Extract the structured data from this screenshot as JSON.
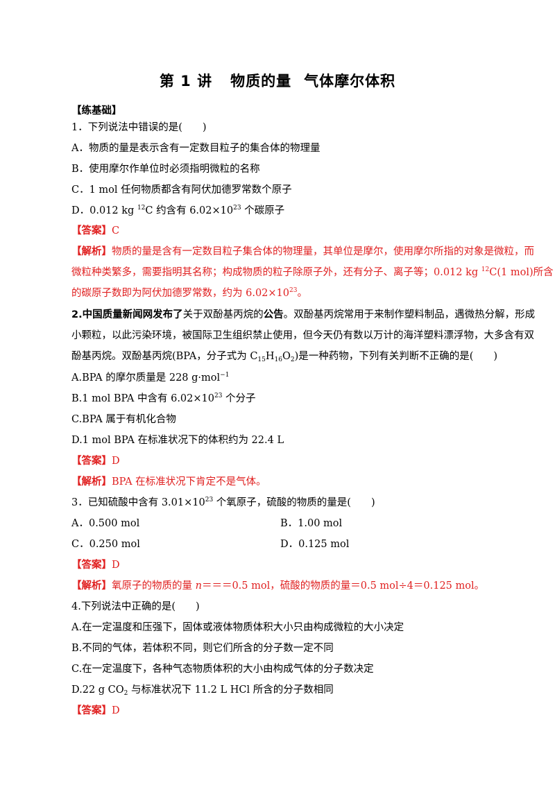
{
  "title": {
    "part1": "第 1 讲",
    "part2": "物质的量",
    "part3": "气体摩尔体积"
  },
  "section": "【练基础】",
  "q1": {
    "stem": "1．下列说法中错误的是(　　)",
    "a": "A．物质的量是表示含有一定数目粒子的集合体的物理量",
    "b": "B．使用摩尔作单位时必须指明微粒的名称",
    "c": "C．1 mol  任何物质都含有阿伏加德罗常数个原子",
    "d_pre": "D．0.012 kg  ",
    "d_sup1": "12",
    "d_mid": "C 约含有 6.02×10",
    "d_sup2": "23",
    "d_post": " 个碳原子",
    "answer_label": "【答案】",
    "answer": "C",
    "exp_label": "【解析】",
    "exp1": "物质的量是含有一定数目粒子集合体的物理量，其单位是摩尔，使用摩尔所指的对象是微粒，而",
    "exp2_pre": "微粒种类繁多，需要指明其名称；构成物质的粒子除原子外，还有分子、离子等；0.012 kg  ",
    "exp2_sup": "12",
    "exp2_post": "C(1 mol)所含",
    "exp3_pre": "的碳原子数即为阿伏加德罗常数，约为 6.02×10",
    "exp3_sup": "23",
    "exp3_post": "。"
  },
  "q2": {
    "stem1_bold": "2.中国质量新闻网发布了",
    "stem1_mid": "关于双酚基丙烷的",
    "stem1_bold2": "公告",
    "stem1_post": "。双酚基丙烷常用于来制作塑料制品，遇微热分解，形成",
    "stem2": "小颗粒，以此污染环境，被国际卫生组织禁止使用，但今天仍有数以万计的海洋塑料漂浮物，大多含有双",
    "stem3_pre": "酚基丙烷。双酚基丙烷(BPA，分子式为 C",
    "stem3_s1": "15",
    "stem3_h": "H",
    "stem3_s2": "16",
    "stem3_o": "O",
    "stem3_s3": "2",
    "stem3_post": ")是一种药物，下列有关判断不正确的是(　　)",
    "a_pre": "A.BPA 的摩尔质量是 228 g·mol",
    "a_sup": "−1",
    "b_pre": "B.1 mol BPA 中含有 6.02×10",
    "b_sup": "23",
    "b_post": " 个分子",
    "c": "C.BPA 属于有机化合物",
    "d": "D.1 mol BPA 在标准状况下的体积约为 22.4 L",
    "answer_label": "【答案】",
    "answer": "D",
    "exp_label": "【解析】",
    "exp": "BPA 在标准状况下肯定不是气体。"
  },
  "q3": {
    "stem_pre": "3．已知硫酸中含有 3.01×10",
    "stem_sup": "23",
    "stem_post": " 个氧原子，硫酸的物质的量是(　　)",
    "a": "A．0.500 mol",
    "b": "B．1.00 mol",
    "c": "C．0.250 mol",
    "d": "D．0.125 mol",
    "answer_label": "【答案】",
    "answer": "D",
    "exp_label": "【解析】",
    "exp_pre": "氧原子的物质的量 ",
    "exp_n": "n",
    "exp_post": "＝＝＝0.5 mol，硫酸的物质的量＝0.5 mol÷4＝0.125 mol。"
  },
  "q4": {
    "stem": "4.下列说法中正确的是(　　)",
    "a": "A.在一定温度和压强下，固体或液体物质体积大小只由构成微粒的大小决定",
    "b": "B.不同的气体，若体积不同，则它们所含的分子数一定不同",
    "c": "C.在一定温度下，各种气态物质体积的大小由构成气体的分子数决定",
    "d_pre": "D.22 g CO",
    "d_sub": "2",
    "d_post": " 与标准状况下 11.2 L HCl 所含的分子数相同",
    "answer_label": "【答案】",
    "answer": "D"
  }
}
